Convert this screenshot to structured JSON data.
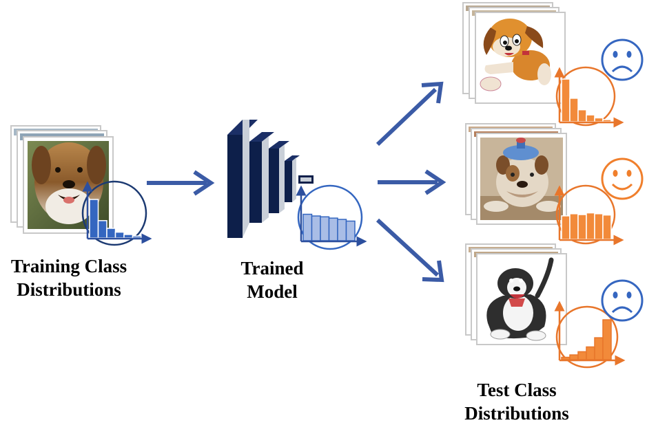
{
  "captions": {
    "training": [
      "Training Class",
      "Distributions"
    ],
    "model": [
      "Trained",
      "Model"
    ],
    "test": [
      "Test Class",
      "Distributions"
    ]
  },
  "colors": {
    "arrow": "#3b5ba6",
    "model_dark": "#0d1f4a",
    "model_light": "#c9cfd8",
    "train_hist": "#3466c0",
    "model_hist": "#a9bde6",
    "test_hist": "#f28a3a",
    "test_ring": "#e8762b",
    "sad_face": "#3566c0",
    "happy_face": "#f07f2c"
  },
  "images": {
    "training": "collie-photo",
    "test_top": "cartoon-puppy",
    "test_middle": "bulldog-with-ice-pack",
    "test_bottom": "cartoon-border-collie"
  },
  "histograms": {
    "training": [
      1.0,
      0.45,
      0.25,
      0.15,
      0.09,
      0.05
    ],
    "model": [
      0.62,
      0.58,
      0.56,
      0.53,
      0.5,
      0.46
    ],
    "test_top": [
      1.0,
      0.55,
      0.28,
      0.16,
      0.09,
      0.05
    ],
    "test_middle": [
      0.55,
      0.6,
      0.58,
      0.62,
      0.6,
      0.57
    ],
    "test_bottom": [
      0.06,
      0.12,
      0.2,
      0.32,
      0.55,
      1.0
    ]
  },
  "faces": [
    "sad",
    "happy",
    "sad"
  ]
}
